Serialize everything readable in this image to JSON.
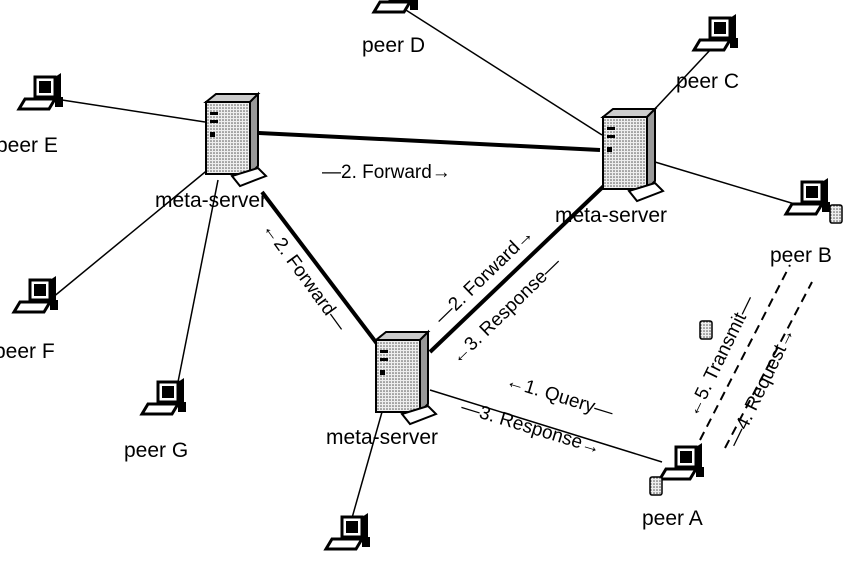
{
  "servers": {
    "left": "meta-server",
    "right": "meta-server",
    "bottom": "meta-server"
  },
  "peers": {
    "a": "peer A",
    "b": "peer B",
    "c": "peer C",
    "d": "peer D",
    "e": "peer E",
    "f": "peer F",
    "g": "peer G"
  },
  "messages": {
    "forward_top": "—2. Forward→",
    "forward_left": "←2. Forward—",
    "forward_right": "—2. Forward→",
    "response_right": "←3. Response—",
    "query": "←1. Query—",
    "response_bottom": "—3. Response→",
    "transmit": "←5. Transmit—",
    "request": "—4. Request→"
  }
}
